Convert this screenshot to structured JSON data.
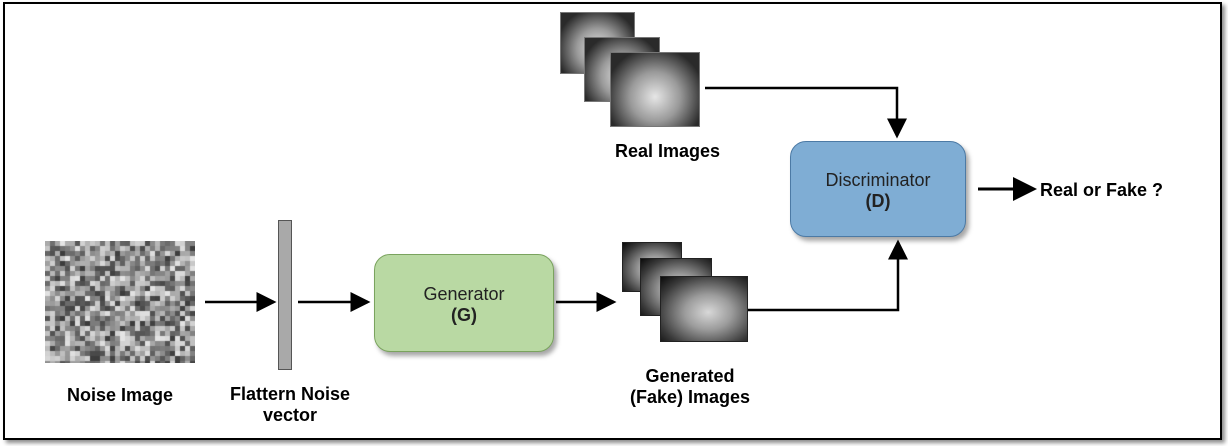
{
  "labels": {
    "noise_image": "Noise Image",
    "flatten_line1": "Flattern Noise",
    "flatten_line2": "vector",
    "generated_line1": "Generated",
    "generated_line2": "(Fake) Images",
    "real_images": "Real Images",
    "output": "Real or Fake ?"
  },
  "generator": {
    "name": "Generator",
    "symbol": "(G)"
  },
  "discriminator": {
    "name": "Discriminator",
    "symbol": "(D)"
  },
  "colors": {
    "generator": "#b9d9a3",
    "discriminator": "#7fadd4",
    "bar": "#a9a9a9"
  }
}
